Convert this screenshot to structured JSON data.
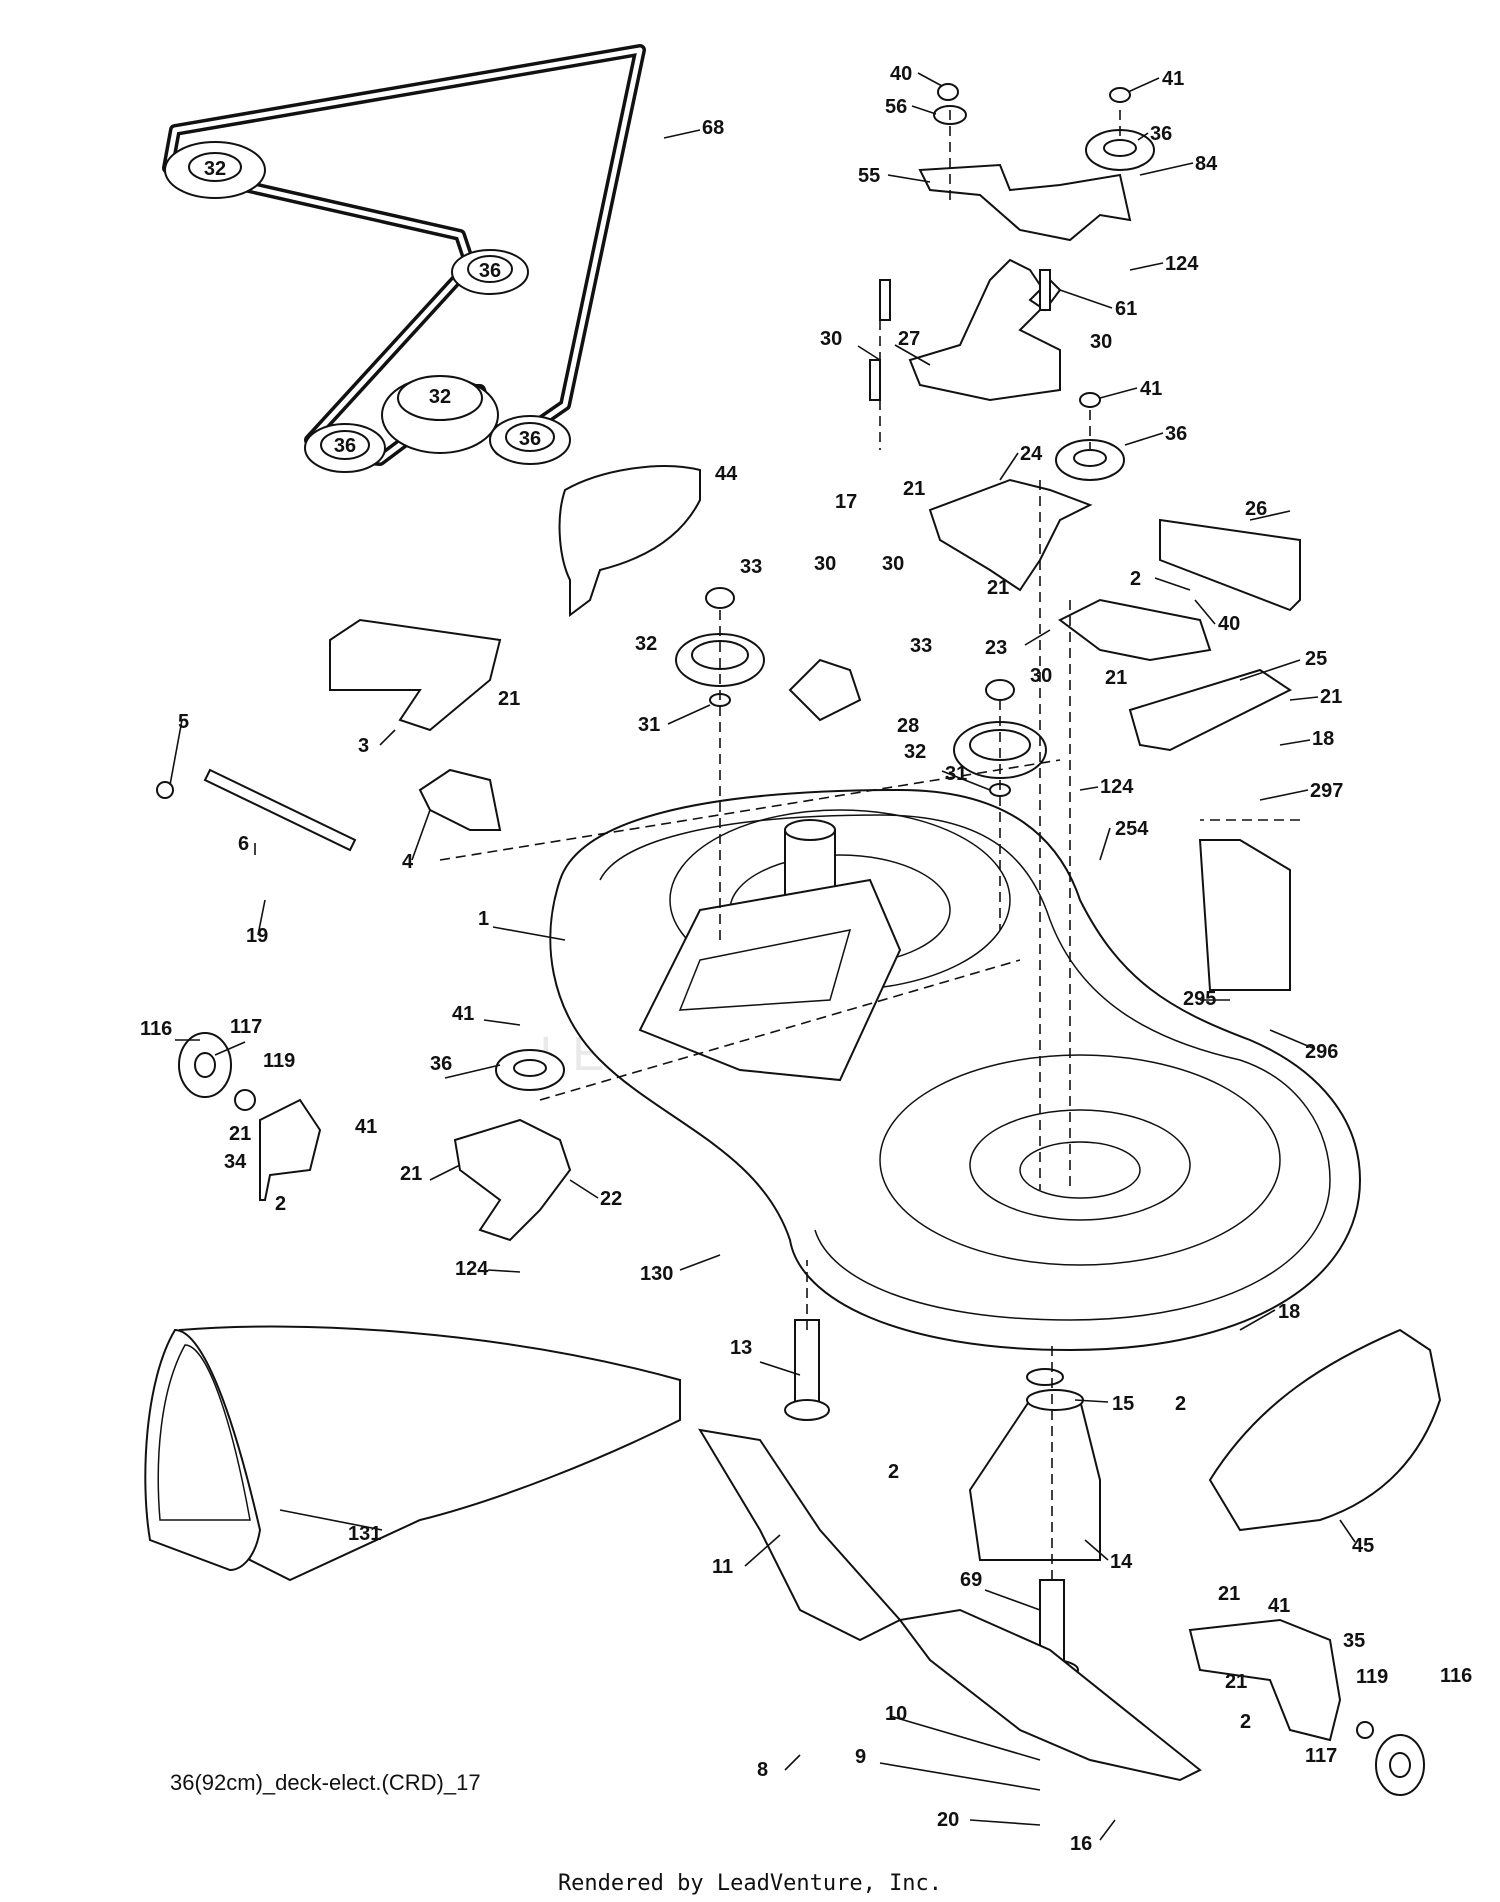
{
  "belt_diagram": {
    "pulley_labels": [
      "32",
      "36",
      "32",
      "36",
      "36"
    ],
    "belt_label": "68"
  },
  "callouts": [
    "40",
    "41",
    "56",
    "36",
    "84",
    "55",
    "124",
    "61",
    "30",
    "30",
    "27",
    "41",
    "36",
    "44",
    "21",
    "17",
    "24",
    "26",
    "2",
    "21",
    "40",
    "33",
    "30",
    "30",
    "23",
    "32",
    "33",
    "30",
    "21",
    "25",
    "21",
    "31",
    "28",
    "32",
    "18",
    "124",
    "31",
    "5",
    "21",
    "3",
    "297",
    "254",
    "6",
    "4",
    "19",
    "1",
    "295",
    "296",
    "116",
    "117",
    "41",
    "119",
    "36",
    "21",
    "41",
    "21",
    "34",
    "22",
    "2",
    "124",
    "130",
    "18",
    "13",
    "15",
    "2",
    "2",
    "131",
    "14",
    "45",
    "11",
    "69",
    "21",
    "41",
    "35",
    "21",
    "119",
    "116",
    "2",
    "117",
    "10",
    "8",
    "9",
    "20",
    "16"
  ],
  "caption": "36(92cm)_deck-elect.(CRD)_17",
  "footer": "Rendered by LeadVenture, Inc.",
  "watermark": "LEADVENTURE"
}
